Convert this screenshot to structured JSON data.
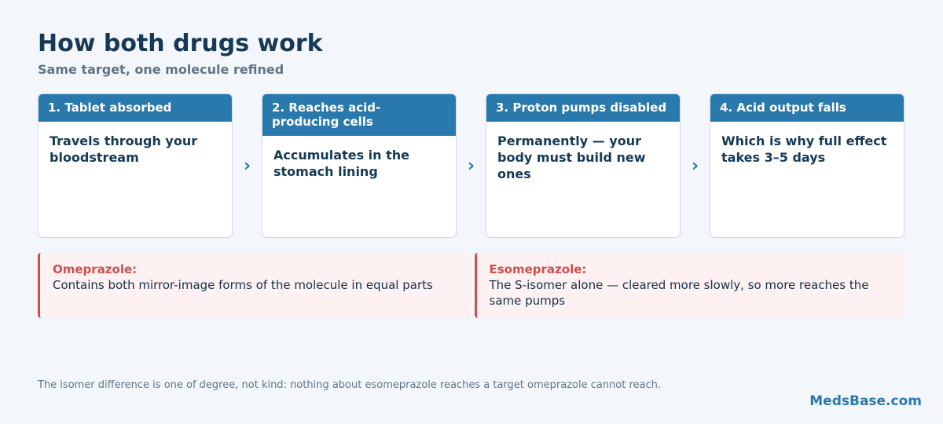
{
  "title": "How both drugs work",
  "subtitle": "Same target, one molecule refined",
  "steps": [
    {
      "heading": "1. Tablet absorbed",
      "body": "Travels through your bloodstream"
    },
    {
      "heading": "2. Reaches acid-producing cells",
      "body": "Accumulates in the stomach lining"
    },
    {
      "heading": "3. Proton pumps disabled",
      "body": "Permanently — your body must build new ones"
    },
    {
      "heading": "4. Acid output falls",
      "body": "Which is why full effect takes 3–5 days"
    }
  ],
  "arrow_glyph": "›",
  "arrow_icon": "chevron-right-icon",
  "comparison": [
    {
      "name": "Omeprazole:",
      "desc": "Contains both mirror-image forms of the molecule in equal parts"
    },
    {
      "name": "Esomeprazole:",
      "desc": "The S-isomer alone — cleared more slowly, so more reaches the same pumps"
    }
  ],
  "footnote": "The isomer difference is one of degree, not kind: nothing about esomeprazole reaches a target omeprazole cannot reach.",
  "brand": "MedsBase.com",
  "colors": {
    "accent_blue": "#2a79ac",
    "title_navy": "#163a56",
    "alert_red": "#cf4f4f",
    "alert_bg": "#fdf1f1",
    "page_bg": "#f3f7fb"
  }
}
